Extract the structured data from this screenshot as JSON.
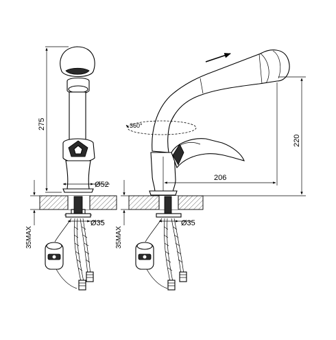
{
  "dimensions": {
    "left_height": "275",
    "left_base_diameter": "Ø52",
    "left_hole_diameter": "Ø35",
    "left_max_thickness": "35MAX",
    "right_height": "220",
    "right_reach": "206",
    "right_rotation": "360°",
    "right_hole_diameter": "Ø35",
    "right_max_thickness": "35MAX"
  },
  "colors": {
    "line": "#000000",
    "background": "#ffffff",
    "fill_dark": "#2a2a2a"
  },
  "icons": {
    "pull_out_arrow": "arrow-right-icon",
    "rotation": "rotation-ellipse-icon"
  }
}
